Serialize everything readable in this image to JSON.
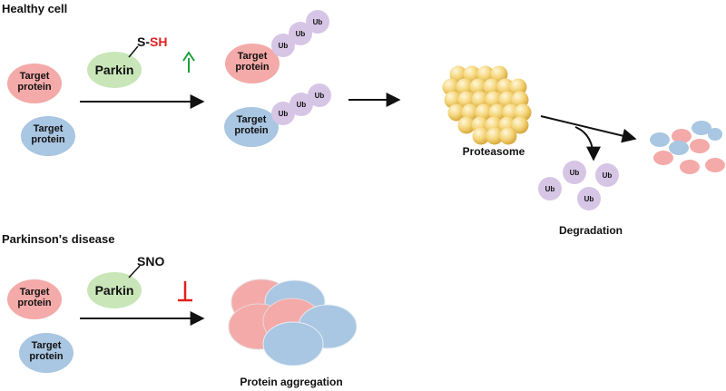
{
  "healthy": {
    "title": "Healthy cell",
    "target_protein_red": "Target\nprotein",
    "target_protein_blue": "Target\nprotein",
    "parkin": "Parkin",
    "modification_s": "S-",
    "modification_sh": "SH",
    "target_tagged_red": "Target\nprotein",
    "target_tagged_blue": "Target\nprotein",
    "ub": "Ub",
    "proteasome": "Proteasome",
    "degradation": "Degradation"
  },
  "disease": {
    "title": "Parkinson's disease",
    "target_protein_red": "Target\nprotein",
    "target_protein_blue": "Target\nprotein",
    "parkin": "Parkin",
    "modification": "SNO",
    "aggregation": "Protein aggregation"
  },
  "colors": {
    "red_protein": "#f4aaa8",
    "blue_protein": "#a9c6e2",
    "parkin": "#c8e6b8",
    "ubiquitin": "#d7c5e6",
    "sh_red": "#e02020",
    "up_arrow": "#1aa03a",
    "inhibit": "#e02020",
    "proteasome": "#f2cd6e"
  }
}
